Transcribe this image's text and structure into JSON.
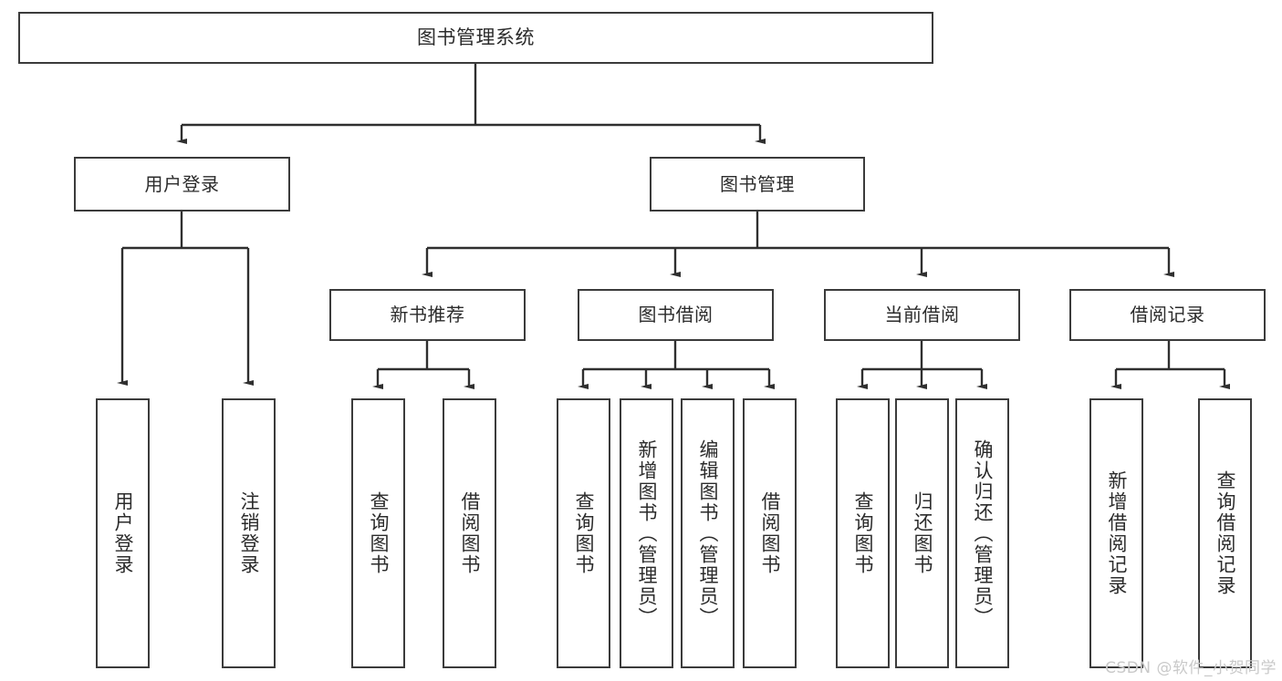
{
  "diagram": {
    "title": "图书管理系统",
    "type": "hierarchy-tree",
    "accent_stroke": "#3b3b3b",
    "text_color": "#2b2b2b",
    "background": "#ffffff",
    "root": {
      "label": "图书管理系统"
    },
    "level2": [
      {
        "label": "用户登录"
      },
      {
        "label": "图书管理"
      }
    ],
    "level3": [
      {
        "label": "新书推荐"
      },
      {
        "label": "图书借阅"
      },
      {
        "label": "当前借阅"
      },
      {
        "label": "借阅记录"
      }
    ],
    "leaves": {
      "user_login": [
        {
          "label": "用户登录"
        },
        {
          "label": "注销登录"
        }
      ],
      "new_book": [
        {
          "label": "查询图书"
        },
        {
          "label": "借阅图书"
        }
      ],
      "book_borrow": [
        {
          "label": "查询图书"
        },
        {
          "label": "新增图书（管理员）"
        },
        {
          "label": "编辑图书（管理员）"
        },
        {
          "label": "借阅图书"
        }
      ],
      "current_borrow": [
        {
          "label": "查询图书"
        },
        {
          "label": "归还图书"
        },
        {
          "label": "确认归还（管理员）"
        }
      ],
      "borrow_record": [
        {
          "label": "新增借阅记录"
        },
        {
          "label": "查询借阅记录"
        }
      ]
    }
  },
  "watermark": {
    "text": "CSDN @软件_小贺同学"
  }
}
